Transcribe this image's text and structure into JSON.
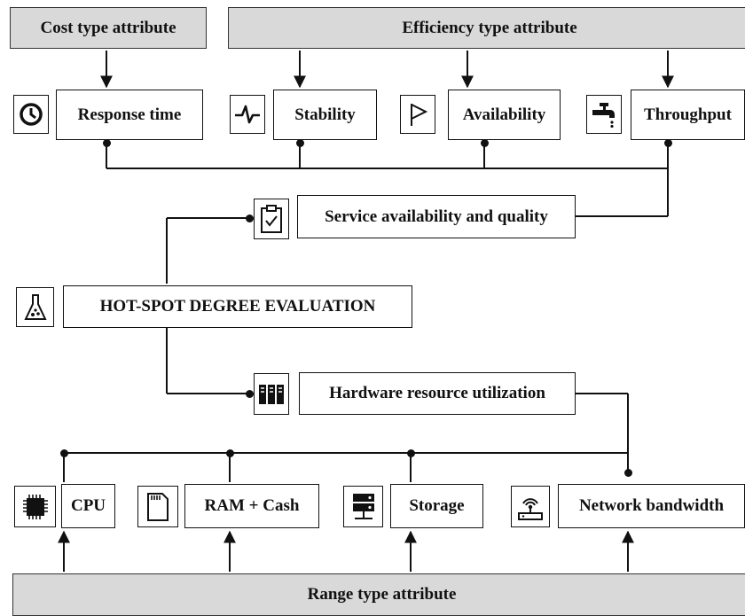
{
  "headers": {
    "cost": "Cost type attribute",
    "efficiency": "Efficiency type attribute",
    "range": "Range type attribute"
  },
  "attributes": {
    "response_time": "Response time",
    "stability": "Stability",
    "availability": "Availability",
    "throughput": "Throughput"
  },
  "groups": {
    "service": "Service availability and quality",
    "center": "HOT-SPOT DEGREE EVALUATION",
    "hardware": "Hardware resource utilization"
  },
  "resources": {
    "cpu": "CPU",
    "ram": "RAM + Cash",
    "storage": "Storage",
    "network": "Network bandwidth"
  },
  "icons": {
    "response_time": "clock-icon",
    "stability": "pulse-icon",
    "availability": "flag-icon",
    "throughput": "faucet-icon",
    "service": "clipboard-check-icon",
    "center": "flask-icon",
    "hardware": "server-rack-icon",
    "cpu": "cpu-chip-icon",
    "ram": "memory-card-icon",
    "storage": "storage-server-icon",
    "network": "router-icon"
  },
  "colors": {
    "header_fill": "#d9d9d9",
    "line": "#111111"
  }
}
